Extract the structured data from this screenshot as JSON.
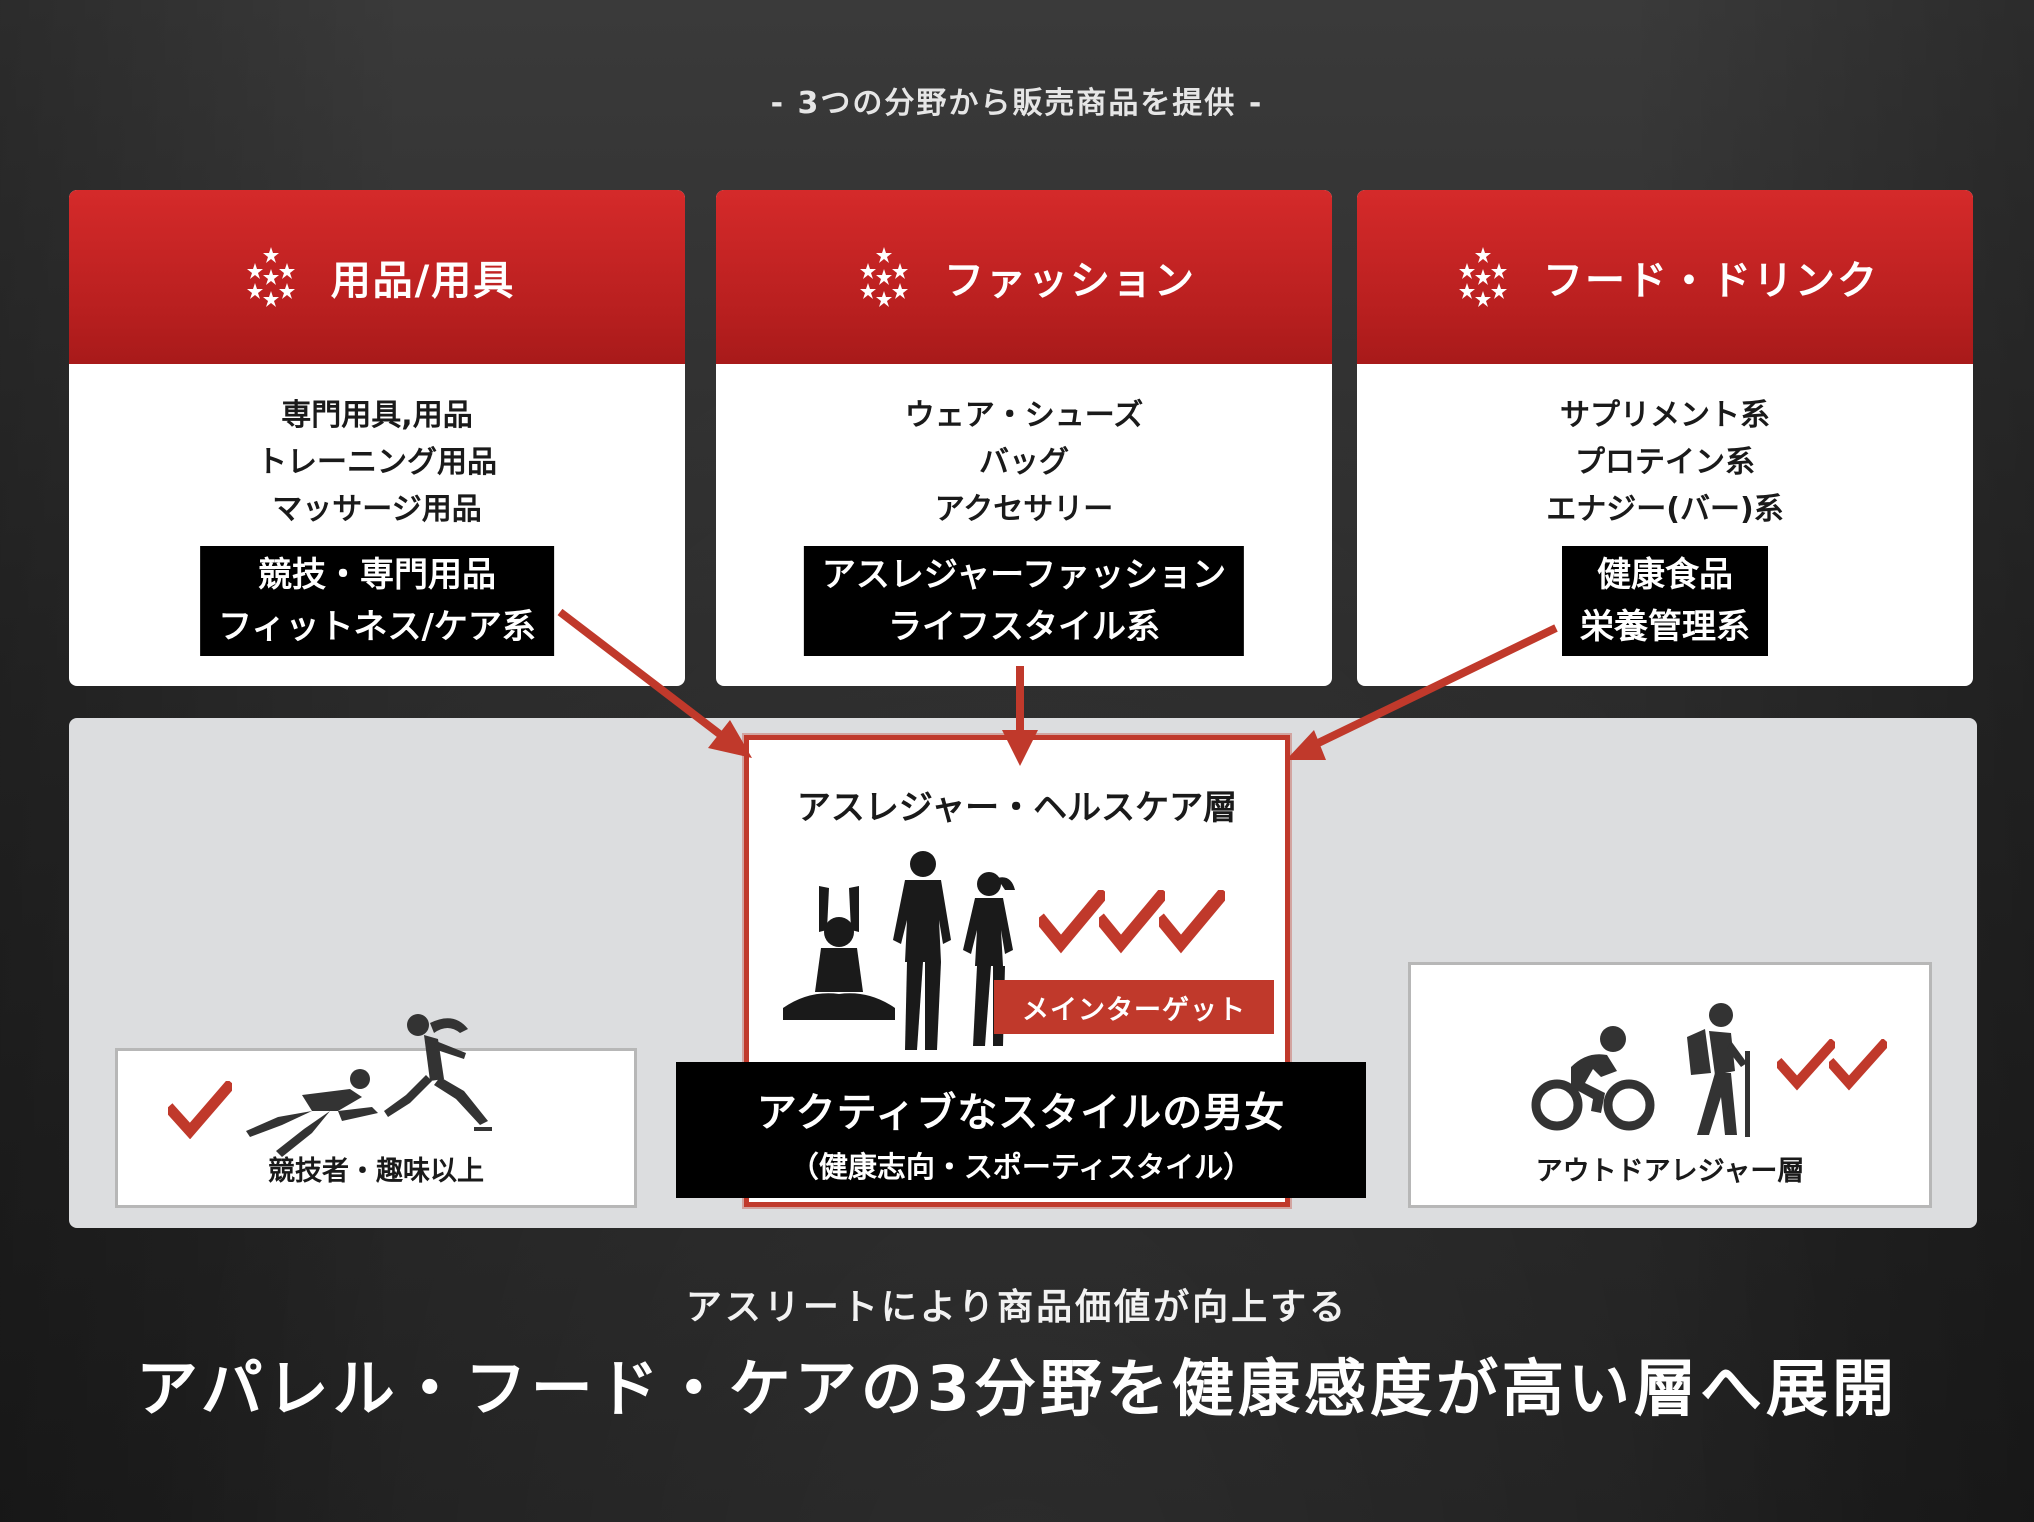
{
  "subtitle": "- 3つの分野から販売商品を提供 -",
  "categories": [
    {
      "title": "用品/用具",
      "items": [
        "専門用具,用品",
        "トレーニング用品",
        "マッサージ用品"
      ],
      "badge": [
        "競技・専門用品",
        "フィットネス/ケア系"
      ]
    },
    {
      "title": "ファッション",
      "items": [
        "ウェア・シューズ",
        "バッグ",
        "アクセサリー"
      ],
      "badge": [
        "アスレジャーファッション",
        "ライフスタイル系"
      ]
    },
    {
      "title": "フード・ドリンク",
      "items": [
        "サプリメント系",
        "プロテイン系",
        "エナジー(バー)系"
      ],
      "badge": [
        "健康食品",
        "栄養管理系"
      ]
    }
  ],
  "target": {
    "title": "アスレジャー・ヘルスケア層",
    "main_label": "メインターゲット",
    "description": "アクティブなスタイルの男女",
    "description_sub": "（健康志向・スポーティスタイル）"
  },
  "left_segment": {
    "label": "競技者・趣味以上"
  },
  "right_segment": {
    "label": "アウトドアレジャー層"
  },
  "footer": {
    "sub": "アスリートにより商品価値が向上する",
    "main": "アパレル・フード・ケアの3分野を健康感度が高い層へ展開"
  },
  "colors": {
    "accent_red": "#c0392b",
    "header_red": "#d52a2a",
    "panel_gray": "#dcdddf",
    "badge_black": "#000000"
  },
  "icons": [
    "stars-icon",
    "check-icon",
    "yoga-icon",
    "jogger-icon",
    "runner-icon",
    "skater-icon",
    "cyclist-icon",
    "hiker-icon"
  ]
}
